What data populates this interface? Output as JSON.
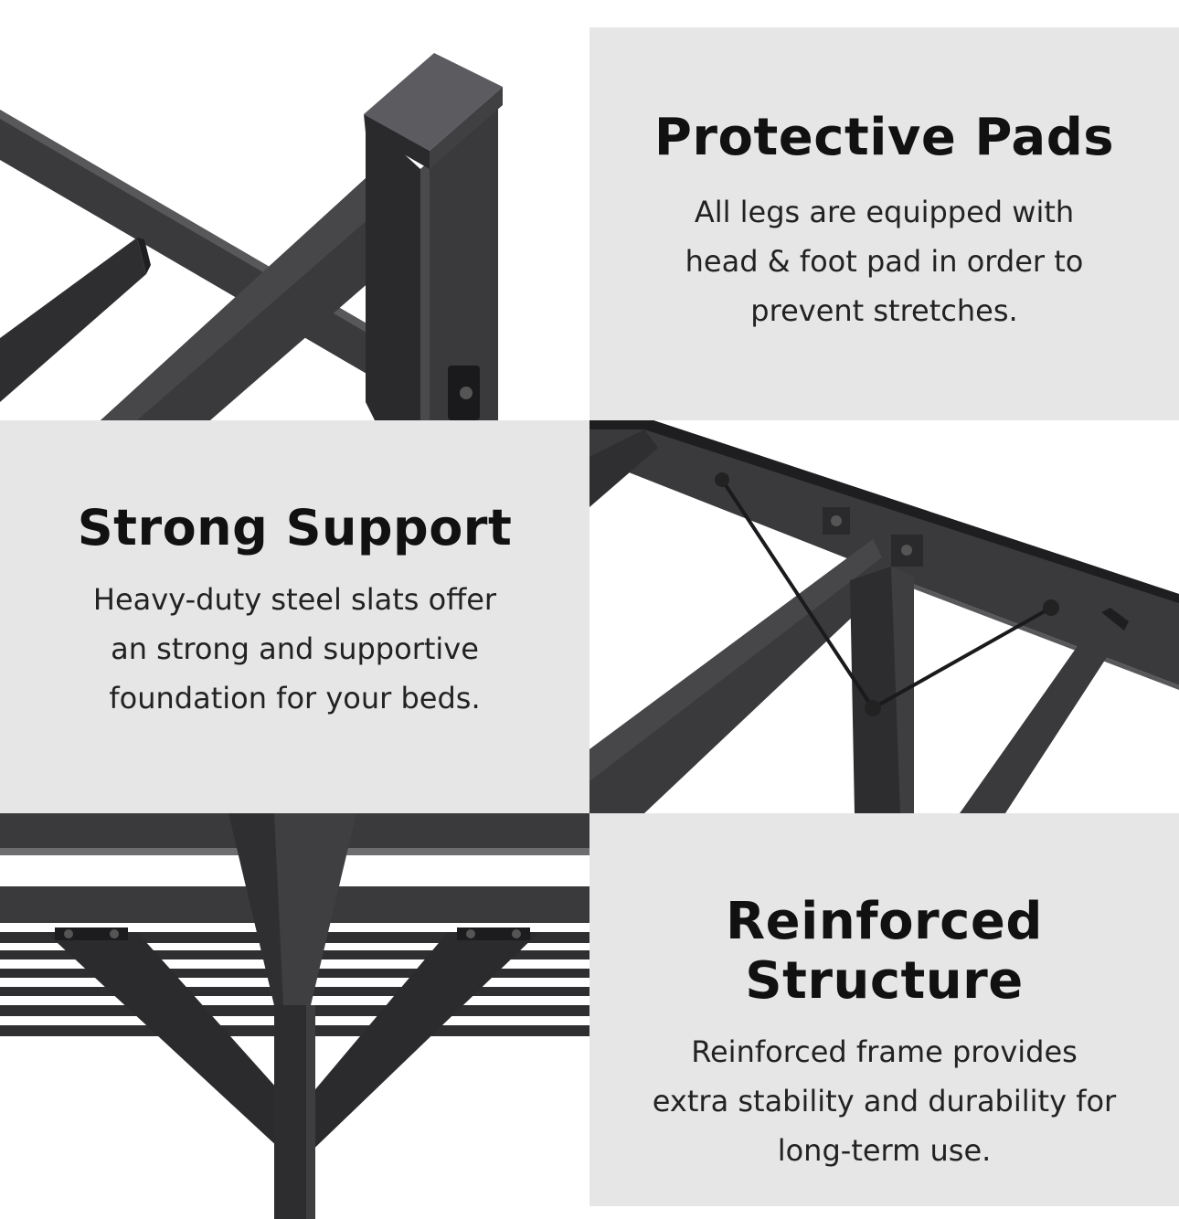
{
  "panels": {
    "protective_pads": {
      "title": "Protective Pads",
      "lines": [
        "All legs are equipped with",
        "head & foot pad in order to",
        "prevent stretches."
      ]
    },
    "strong_support": {
      "title": "Strong Support",
      "lines": [
        "Heavy-duty steel slats offer",
        "an strong and supportive",
        "foundation for your beds."
      ]
    },
    "reinforced_structure": {
      "title": "Reinforced Structure",
      "lines": [
        "Reinforced frame provides",
        "extra stability and durability for",
        "long-term use."
      ]
    }
  },
  "colors": {
    "panel_bg": "#e6e6e6",
    "steel": "#3a3a3c",
    "steel_dark": "#1f1f21",
    "steel_light": "#58585b"
  },
  "images": [
    "bed-leg-pad-photo",
    "bed-joint-bracket-photo",
    "bed-leg-reinforcement-photo"
  ]
}
